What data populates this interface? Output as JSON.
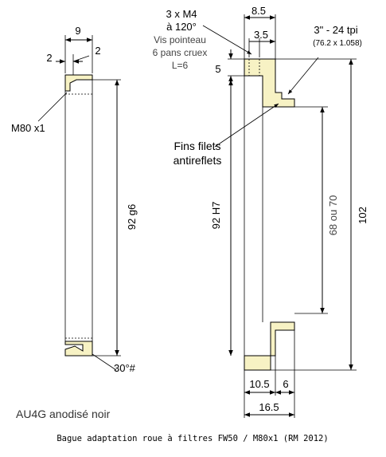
{
  "left_view": {
    "dim_width": "9",
    "dim_left_edge": "2",
    "dim_right_edge": "2",
    "dim_height": "92 g6",
    "thread_label": "M80 x1",
    "chamfer_label": "30°#"
  },
  "right_view": {
    "dim_top_total": "8.5",
    "dim_top_inner": "3.5",
    "screws_line1": "3 x M4",
    "screws_line2": "à 120°",
    "screws_line3": "Vis pointeau",
    "screws_line4": "6 pans cruex",
    "screws_line5": "L=6",
    "dim_flange": "5",
    "thread_label": "3\" - 24 tpi",
    "thread_metric": "(76.2 x 1.058)",
    "fine_threads_line1": "Fins filets",
    "fine_threads_line2": "antireflets",
    "dim_bore": "92 H7",
    "dim_inner": "68 ou 70",
    "dim_overall": "102",
    "dim_bottom_left": "10.5",
    "dim_bottom_right": "6",
    "dim_bottom_total": "16.5"
  },
  "material": "AU4G anodisé noir",
  "caption": "Bague adaptation roue à filtres FW50 / M80x1 (RM 2012)",
  "colors": {
    "part_fill": "#f7f2c4",
    "line": "#000000"
  }
}
